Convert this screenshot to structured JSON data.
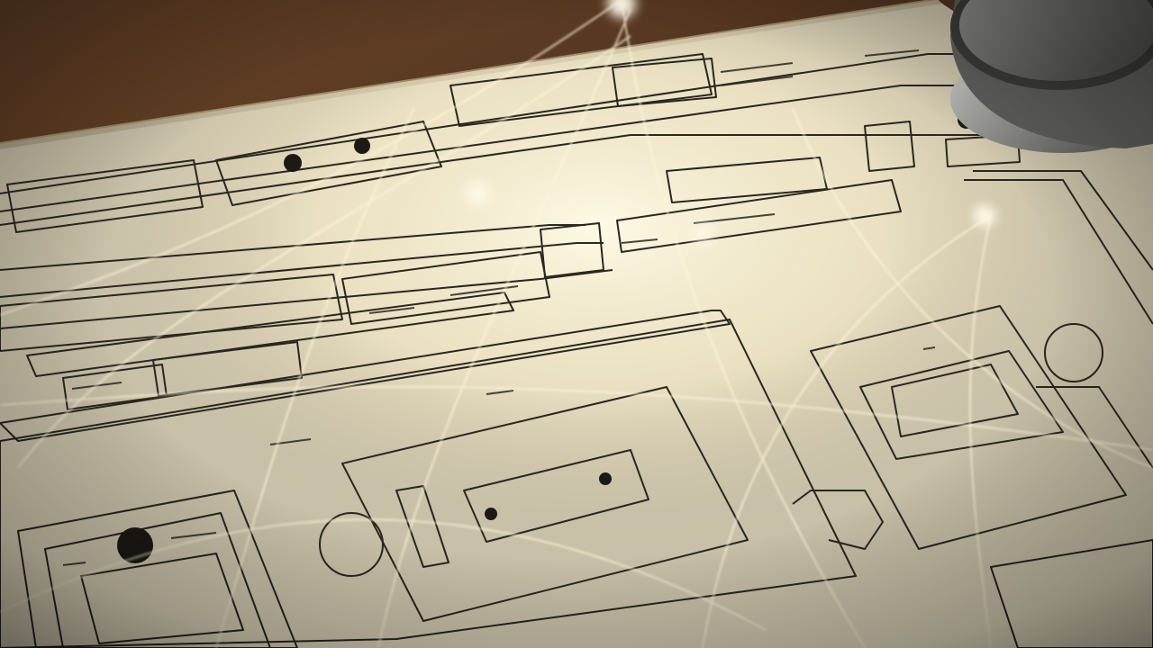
{
  "scene": {
    "subject": "technical-drawing-on-desk",
    "colors": {
      "desk": "#5a3a22",
      "desk_dark": "#2c1b10",
      "paper": "#e9e1c7",
      "paper_shadow": "#b9ad8a",
      "ink": "#2a2620",
      "light": "#fff6d8",
      "metal": "#9a9a98"
    },
    "objects": [
      {
        "kind": "paper-sheet"
      },
      {
        "kind": "line-drawing"
      },
      {
        "kind": "light-streaks"
      },
      {
        "kind": "metal-cylinder"
      }
    ]
  }
}
